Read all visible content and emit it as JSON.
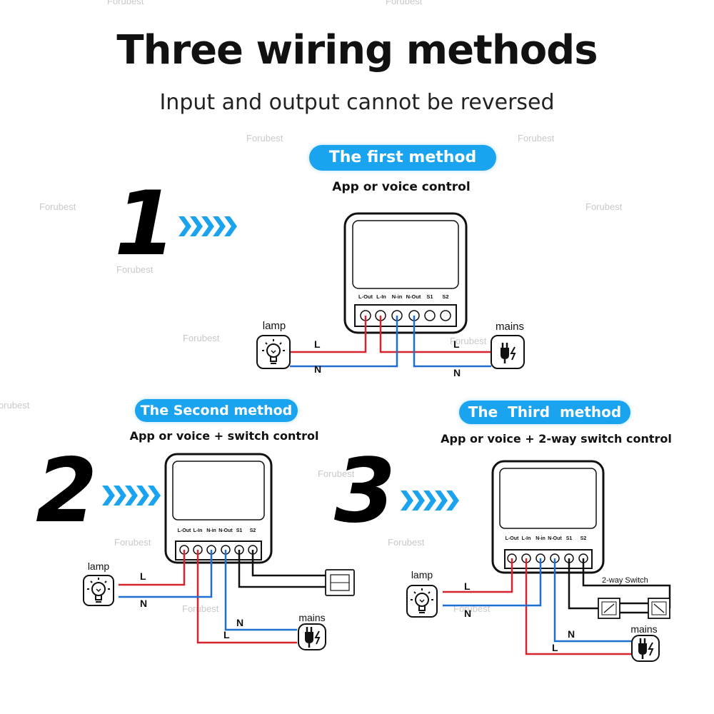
{
  "title": "Three wiring methods",
  "subtitle": "Input and output cannot be reversed",
  "terminal_labels": [
    "L-Out",
    "L-In",
    "N-in",
    "N-Out",
    "S1",
    "S2"
  ],
  "wire_labels": {
    "live": "L",
    "neutral": "N"
  },
  "device_labels": {
    "lamp": "lamp",
    "mains": "mains",
    "two_way_switch": "2-way Switch"
  },
  "methods": [
    {
      "number": "1",
      "name": "The first method",
      "description": "App or voice control"
    },
    {
      "number": "2",
      "name": "The Second method",
      "description": "App or voice + switch control"
    },
    {
      "number": "3",
      "name": "The  Third  method",
      "description": "App or voice + 2-way switch control"
    }
  ],
  "watermark": "Forubest",
  "colors": {
    "live_wire": "#d6242e",
    "neutral_wire": "#1f6fd1",
    "switch_wire": "#111111",
    "accent": "#1aa3ef",
    "arrow": "#1aa3ef"
  },
  "icons": [
    "lightbulb-icon",
    "plug-icon",
    "chevron-arrows-icon",
    "wall-switch-icon"
  ]
}
